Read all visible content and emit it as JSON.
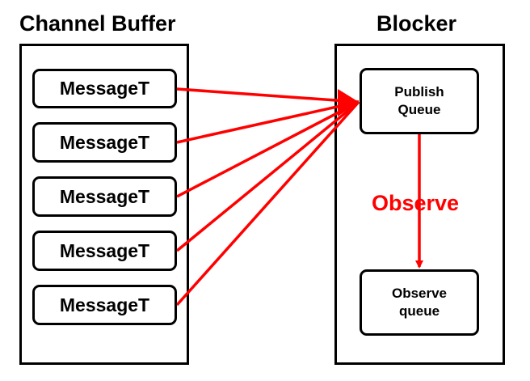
{
  "panels": {
    "channel_buffer": {
      "title": "Channel Buffer"
    },
    "blocker": {
      "title": "Blocker"
    }
  },
  "messages": [
    {
      "label": "MessageT"
    },
    {
      "label": "MessageT"
    },
    {
      "label": "MessageT"
    },
    {
      "label": "MessageT"
    },
    {
      "label": "MessageT"
    }
  ],
  "publish_queue": {
    "line1": "Publish",
    "line2": "Queue"
  },
  "observe_queue": {
    "line1": "Observe",
    "line2": "queue"
  },
  "observe_edge": {
    "label": "Observe"
  },
  "colors": {
    "arrow": "#ff0000",
    "outline": "#000000"
  }
}
